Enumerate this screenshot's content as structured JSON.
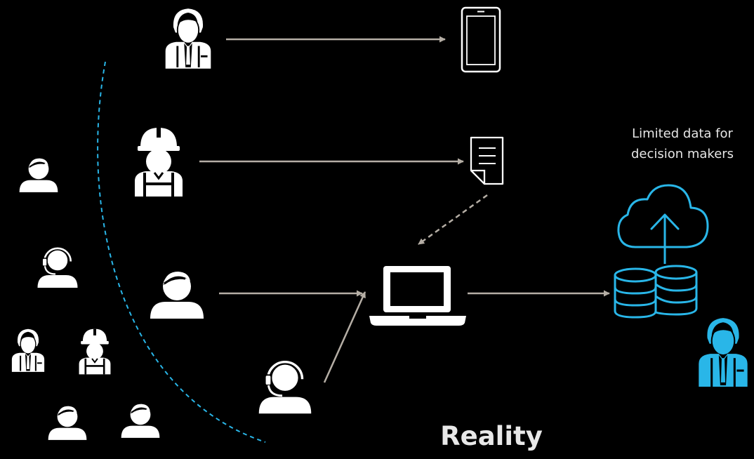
{
  "slide": {
    "title": "Reality",
    "caption_line1": "Limited data for",
    "caption_line2": "decision makers"
  },
  "colors": {
    "background": "#000000",
    "icon": "#ffffff",
    "arrow": "#b5aea5",
    "accent": "#29b6e8"
  },
  "icons": {
    "people": [
      "businessman-icon",
      "worker-icon",
      "person-icon",
      "support-agent-icon"
    ],
    "devices": [
      "phone-icon",
      "document-icon",
      "laptop-icon"
    ],
    "storage": [
      "cloud-upload-icon",
      "database-icon"
    ],
    "decision_maker": "decision-maker-icon"
  }
}
